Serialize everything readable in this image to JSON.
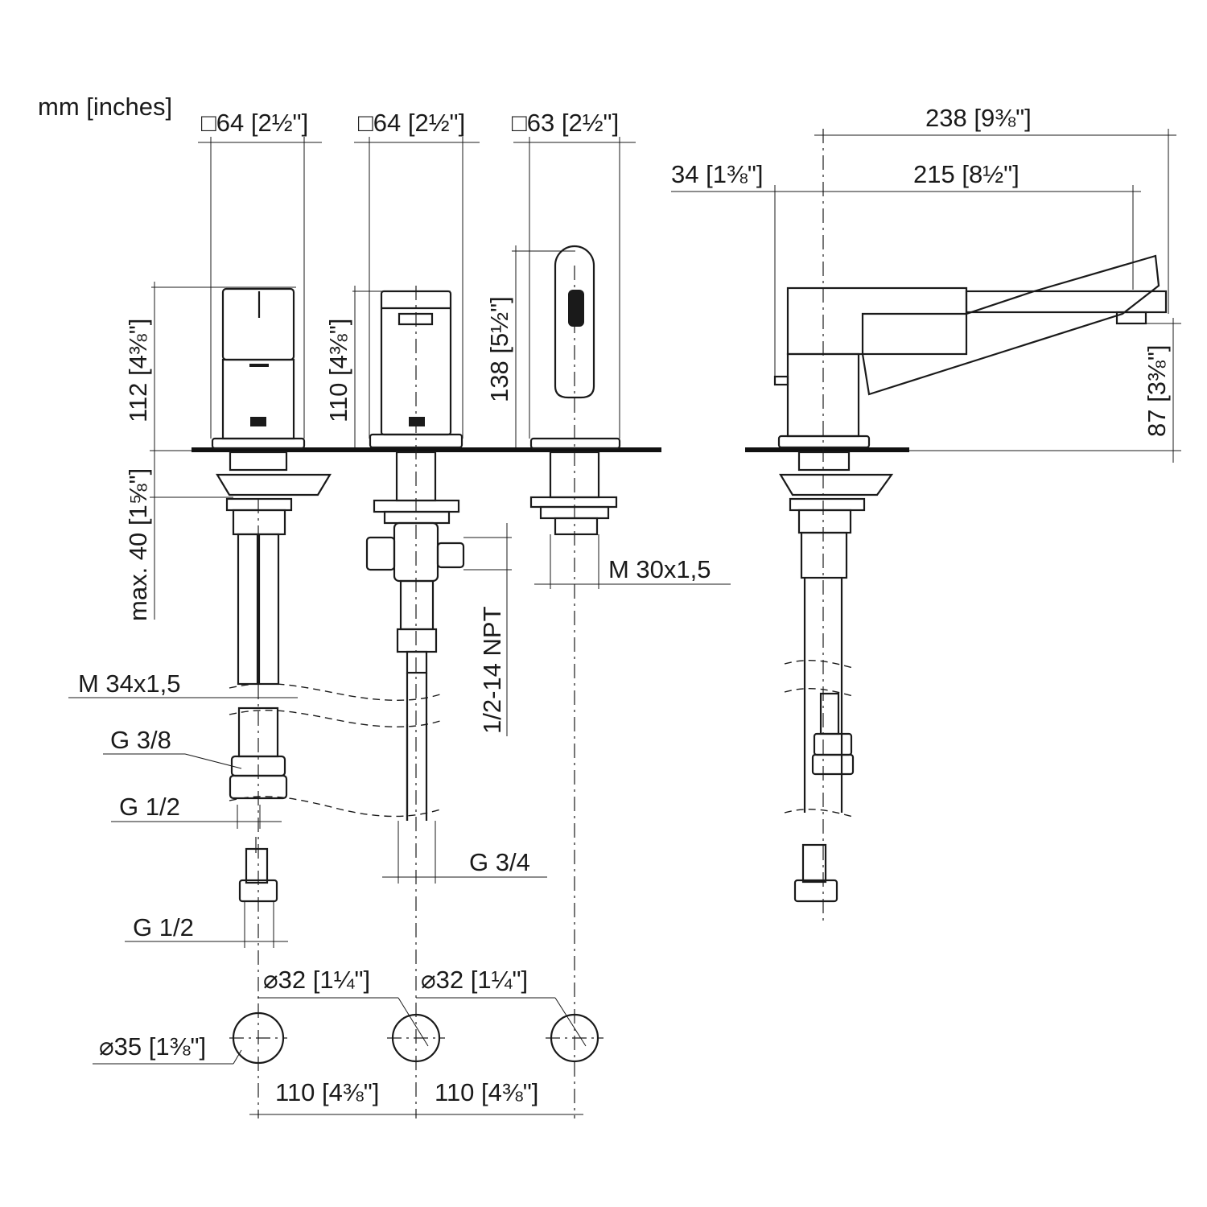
{
  "units": "mm [inches]",
  "top_widths": [
    {
      "symbol": "□",
      "mm": "64",
      "inch": "2½\""
    },
    {
      "symbol": "□",
      "mm": "64",
      "inch": "2½\""
    },
    {
      "symbol": "□",
      "mm": "63",
      "inch": "2½\""
    }
  ],
  "side_view": {
    "overall": {
      "mm": "238",
      "inch": "9⅜\""
    },
    "spout_reach": {
      "mm": "215",
      "inch": "8½\""
    },
    "lever_offset": {
      "mm": "34",
      "inch": "1⅜\""
    },
    "spout_height": {
      "mm": "87",
      "inch": "3⅜\""
    }
  },
  "heights": {
    "left_handle": {
      "mm": "112",
      "inch": "4⅜\""
    },
    "middle_handle": {
      "mm": "110",
      "inch": "4⅜\""
    },
    "spout_body": {
      "mm": "138",
      "inch": "5½\""
    },
    "deck_thickness": {
      "prefix": "max.",
      "mm": "40",
      "inch": "1⅝\""
    }
  },
  "threads": {
    "m34": "M 34x1,5",
    "m30": "M 30x1,5",
    "npt": "1/2-14 NPT",
    "g38": "G 3/8",
    "g12_upper": "G 1/2",
    "g12_lower": "G 1/2",
    "g34": "G 3/4"
  },
  "holes": {
    "hole_diameter": {
      "symbol": "⌀",
      "mm": "32",
      "inch": "1¼\""
    },
    "hole_diameter_2": {
      "symbol": "⌀",
      "mm": "32",
      "inch": "1¼\""
    },
    "rosette_diameter": {
      "symbol": "⌀",
      "mm": "35",
      "inch": "1⅜\""
    },
    "spacing_1": {
      "mm": "110",
      "inch": "4⅜\""
    },
    "spacing_2": {
      "mm": "110",
      "inch": "4⅜\""
    }
  }
}
